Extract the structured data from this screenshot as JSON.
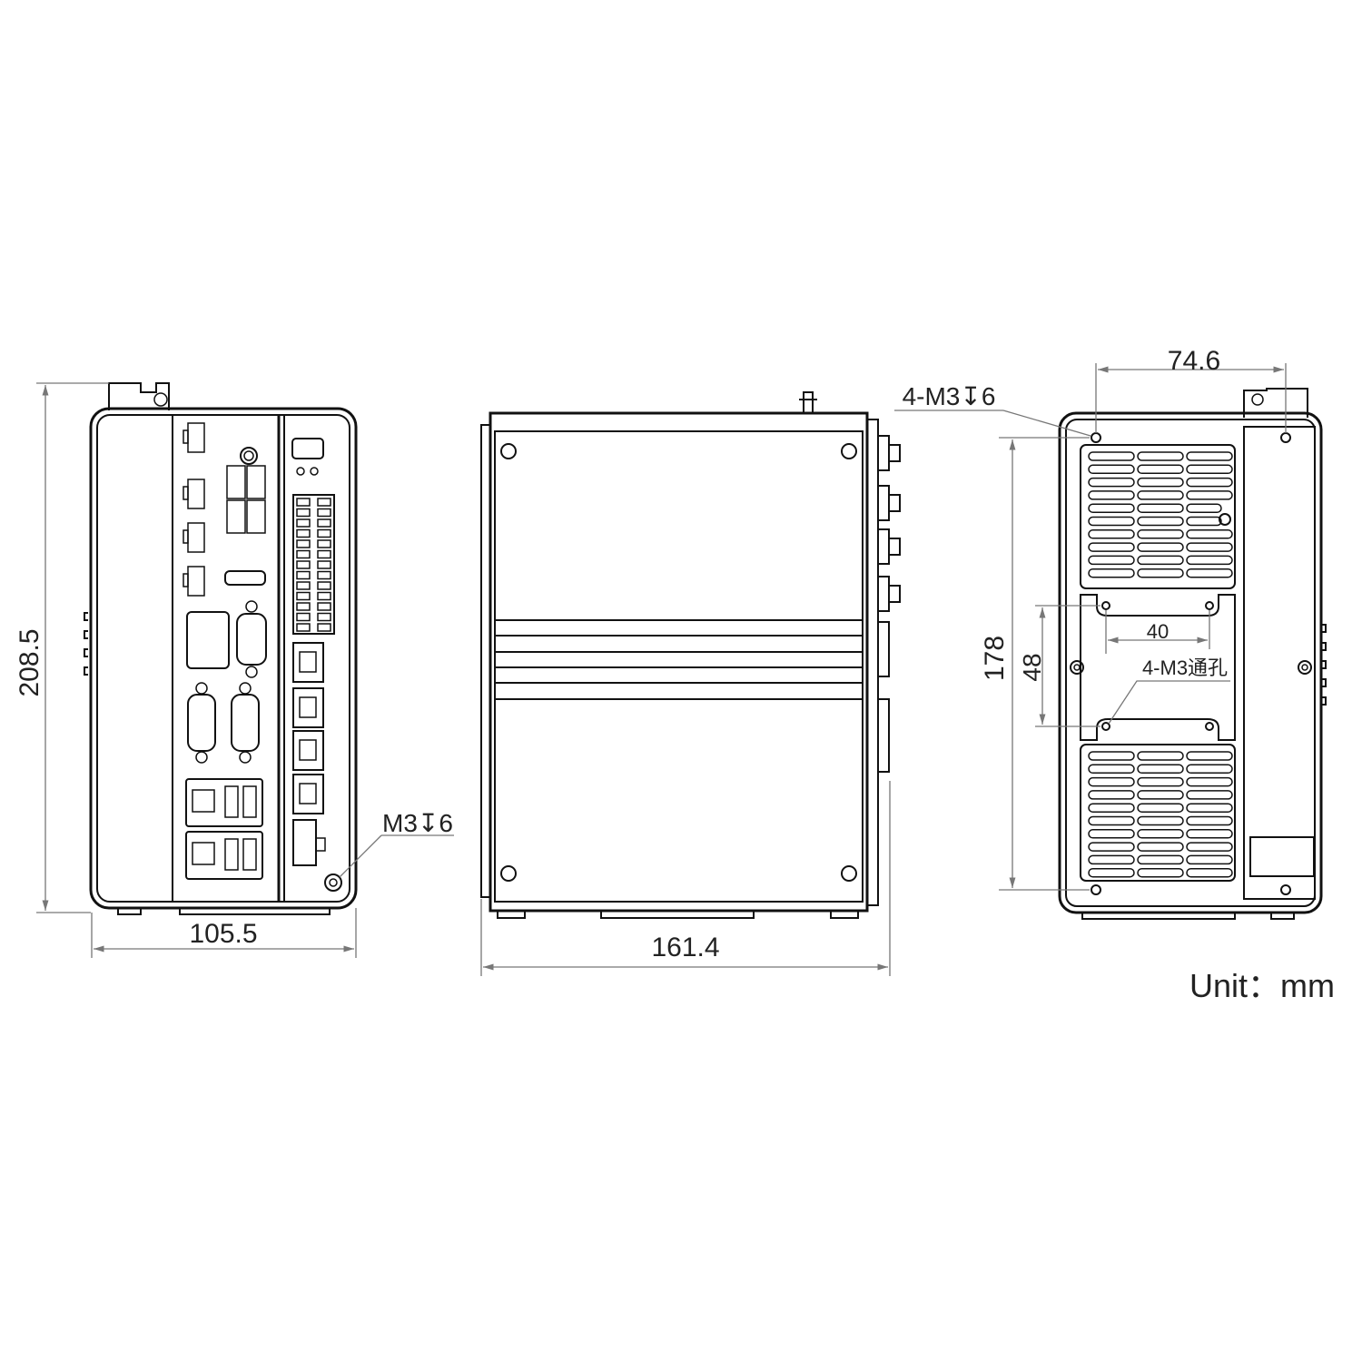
{
  "front_view": {
    "height_dim": "208.5",
    "width_dim": "105.5",
    "screw_note": "M3↧6"
  },
  "side_view": {
    "length_dim": "161.4"
  },
  "rear_view": {
    "hole_spacing_horizontal": "74.6",
    "hole_spacing_vertical": "178",
    "bracket_spacing_vertical": "48",
    "bracket_spacing_horizontal": "40",
    "mount_note": "4-M3↧6",
    "through_hole_note": "4-M3通孔"
  },
  "unit_label": "Unit：mm",
  "colors": {
    "line": "#111111",
    "dimension": "#777777"
  }
}
